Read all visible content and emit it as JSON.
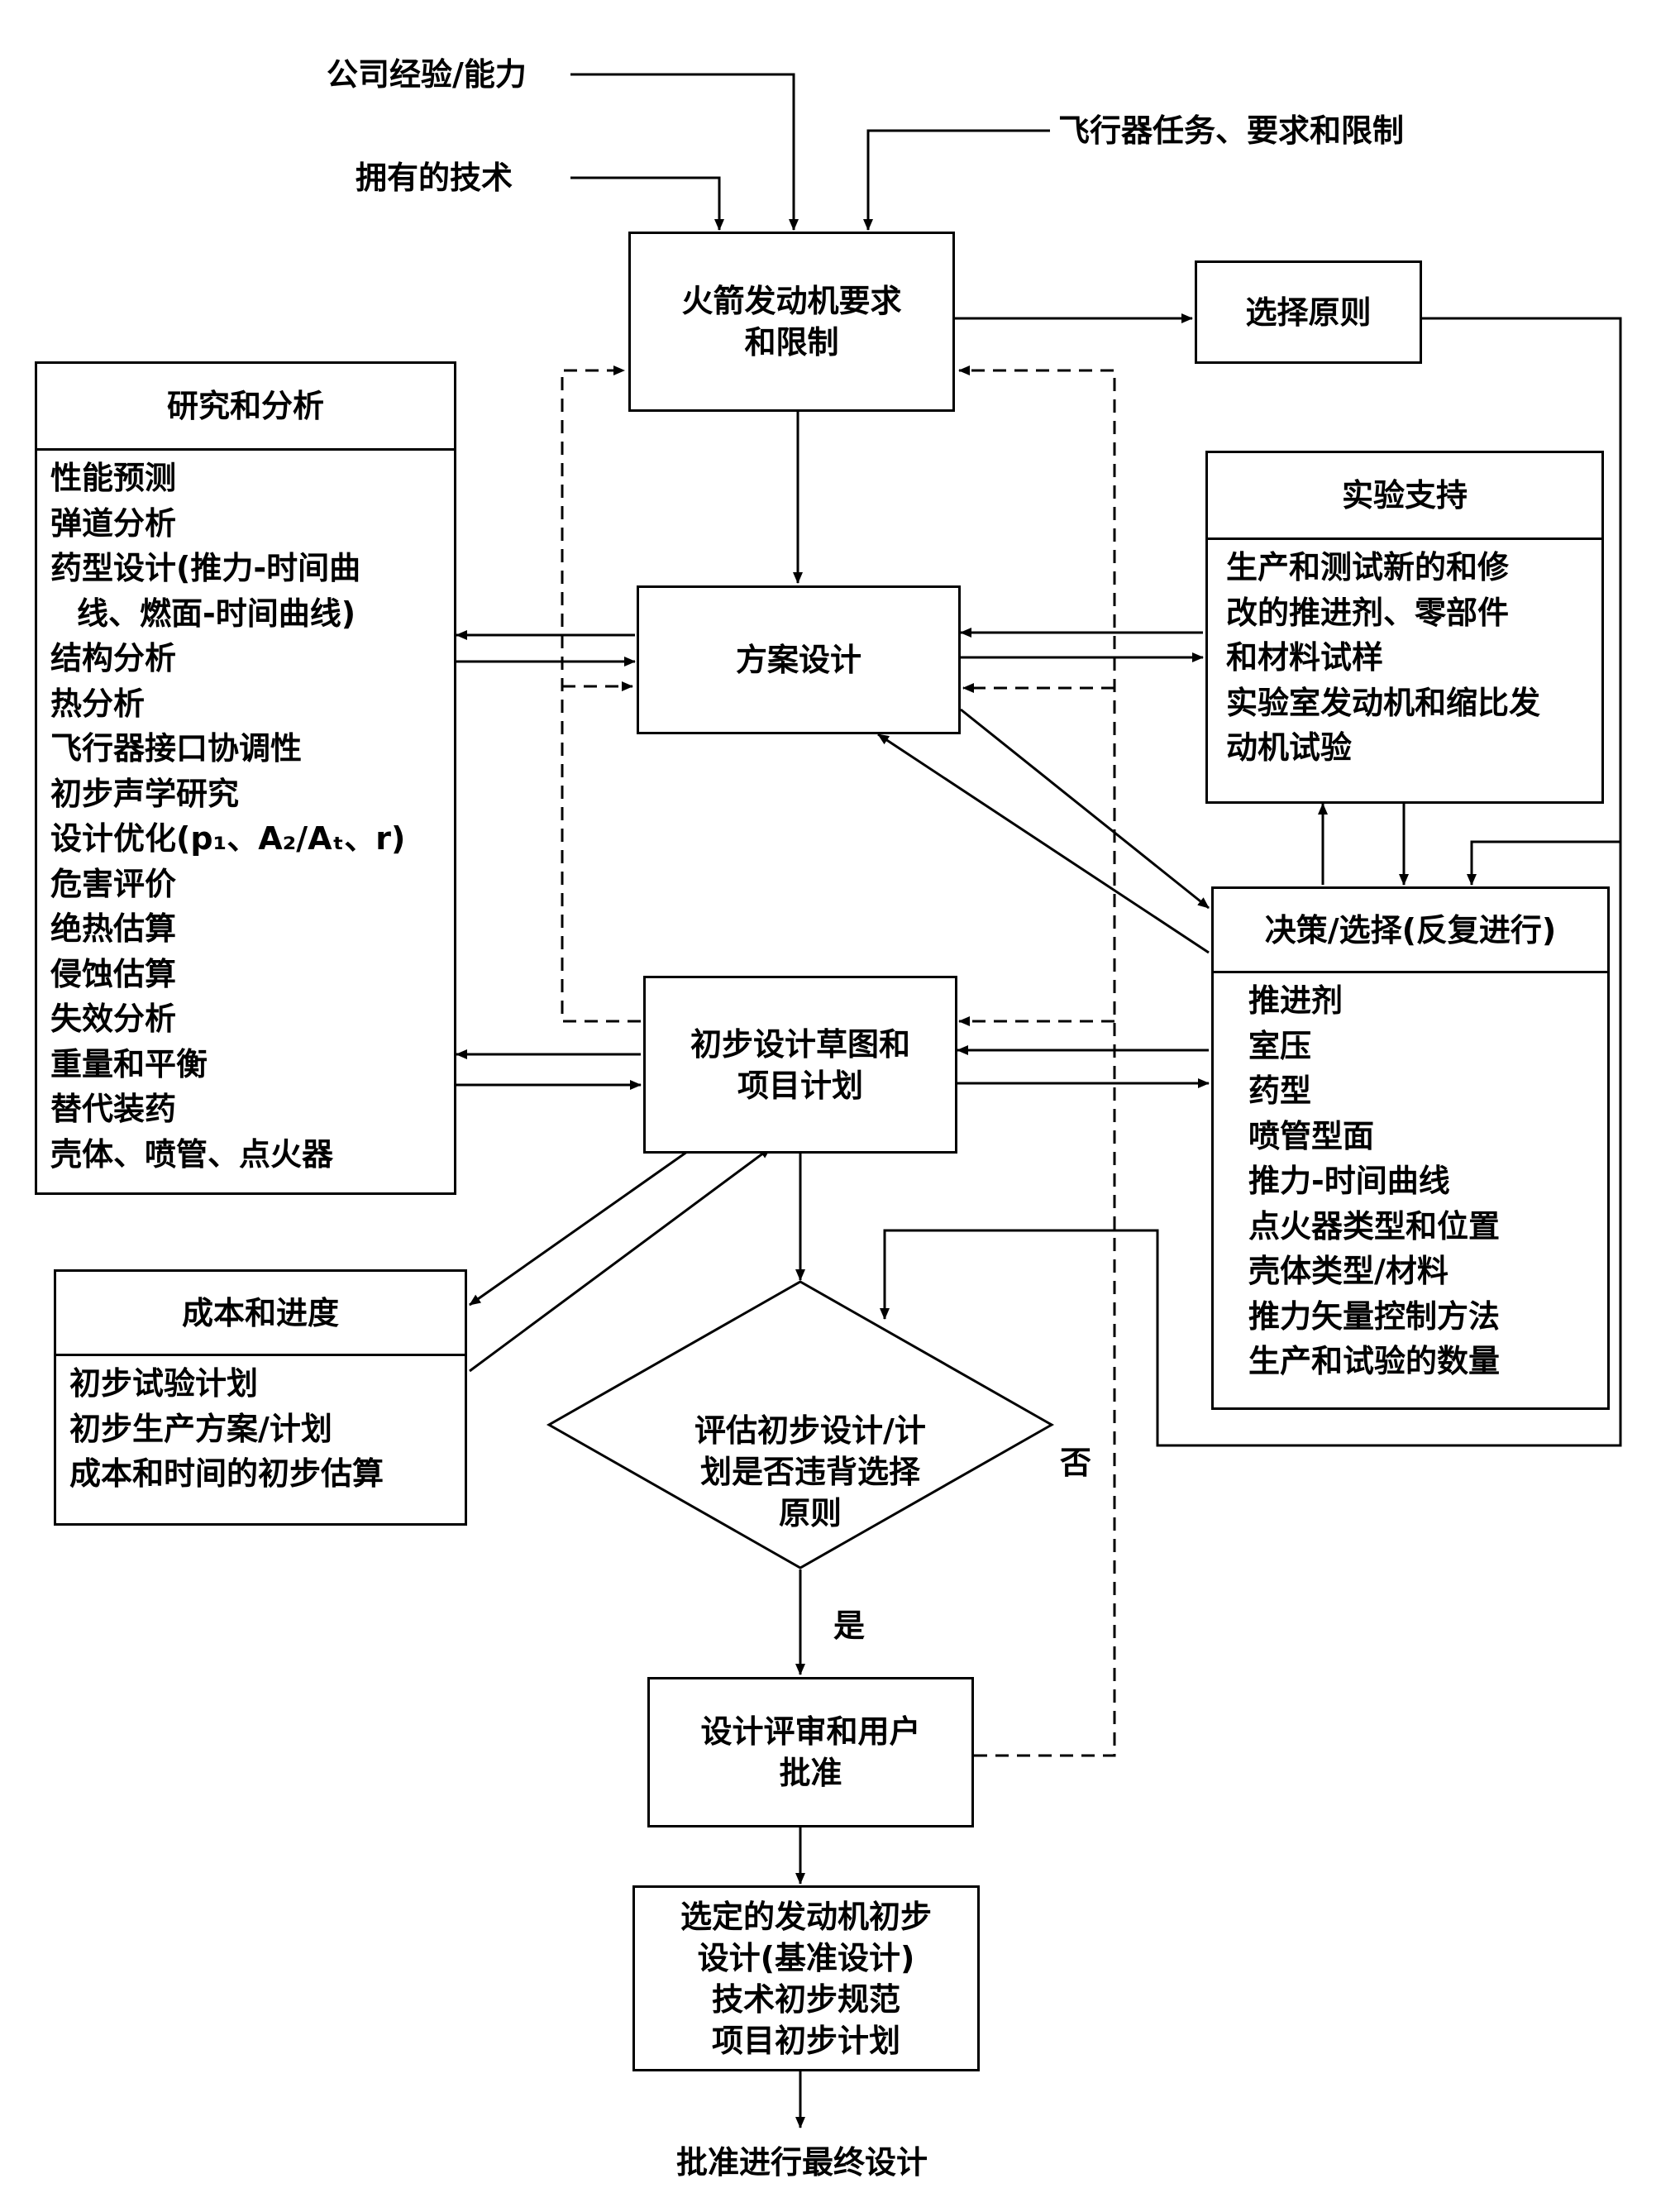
{
  "inputs": {
    "company": "公司经验/能力",
    "technology": "拥有的技术",
    "vehicle": "飞行器任务、要求和限制"
  },
  "boxes": {
    "requirements": [
      "火箭发动机要求",
      "和限制"
    ],
    "criteria": "选择原则",
    "research": {
      "title": "研究和分析",
      "items": [
        "性能预测",
        "弹道分析",
        "药型设计(推力-时间曲",
        "线、燃面-时间曲线)",
        "结构分析",
        "热分析",
        "飞行器接口协调性",
        "初步声学研究",
        "设计优化(p₁、A₂/Aₜ、r)",
        "危害评价",
        "绝热估算",
        "侵蚀估算",
        "失效分析",
        "重量和平衡",
        "替代装药",
        "壳体、喷管、点火器"
      ]
    },
    "concept": "方案设计",
    "experiment": {
      "title": "实验支持",
      "items": [
        "生产和测试新的和修",
        "改的推进剂、零部件",
        "和材料试样",
        "实验室发动机和缩比发",
        "动机试验"
      ]
    },
    "decisions": {
      "title": "决策/选择(反复进行)",
      "items": [
        "推进剂",
        "室压",
        "药型",
        "喷管型面",
        "推力-时间曲线",
        "点火器类型和位置",
        "壳体类型/材料",
        "推力矢量控制方法",
        "生产和试验的数量"
      ]
    },
    "sketch": [
      "初步设计草图和",
      "项目计划"
    ],
    "cost": {
      "title": "成本和进度",
      "items": [
        "初步试验计划",
        "初步生产方案/计划",
        "成本和时间的初步估算"
      ]
    },
    "evaluate": [
      "评估初步设计/计",
      "划是否违背选择",
      "原则"
    ],
    "review": [
      "设计评审和用户",
      "批准"
    ],
    "selected": [
      "选定的发动机初步",
      "设计(基准设计)",
      "技术初步规范",
      "项目初步计划"
    ]
  },
  "labels": {
    "yes": "是",
    "no": "否"
  },
  "final": "批准进行最终设计"
}
